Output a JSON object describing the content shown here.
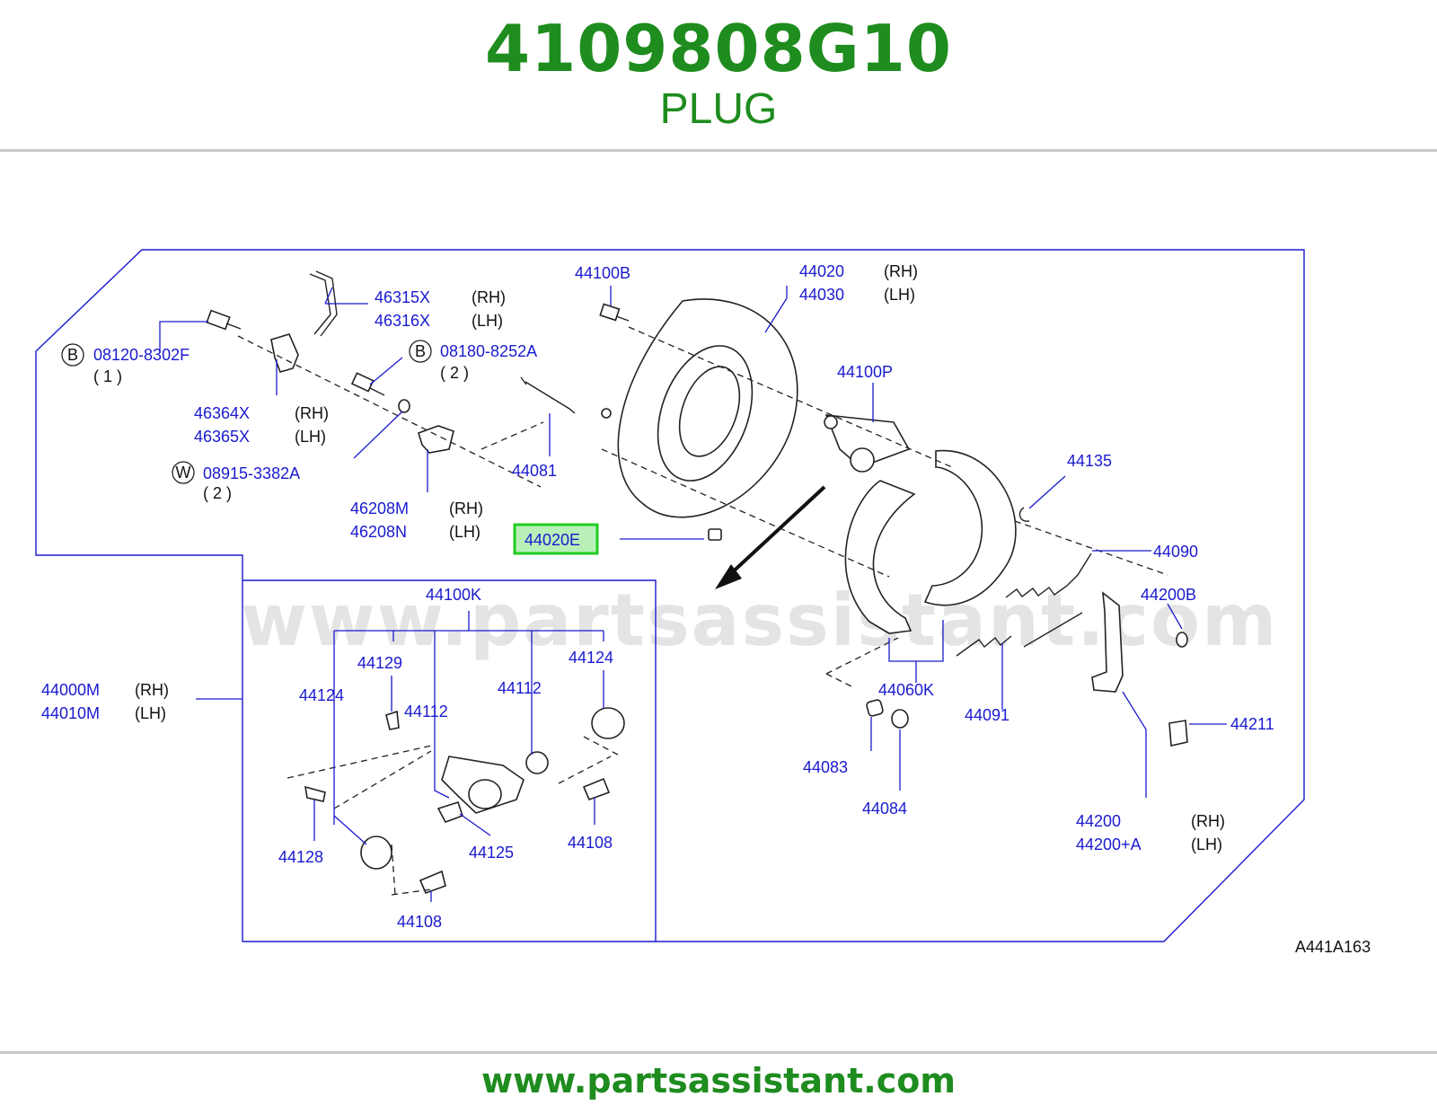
{
  "header": {
    "part_number": "4109808G10",
    "part_name": "PLUG"
  },
  "footer": {
    "url": "www.partsassistant.com"
  },
  "diagram": {
    "watermark": "www.partsassistant.com",
    "code": "A441A163",
    "labels": {
      "p46315X": "46315X",
      "p46316X": "46316X",
      "p08120": "08120-8302F",
      "p08120q": "( 1 )",
      "p08180": "08180-8252A",
      "p08180q": "( 2 )",
      "p46364X": "46364X",
      "p46365X": "46365X",
      "p08915": "08915-3382A",
      "p08915q": "( 2 )",
      "p46208M": "46208M",
      "p46208N": "46208N",
      "p44100B": "44100B",
      "p44020": "44020",
      "p44030": "44030",
      "p44081": "44081",
      "p44020E": "44020E",
      "p44100P": "44100P",
      "p44135": "44135",
      "p44090": "44090",
      "p44200B": "44200B",
      "p44100K": "44100K",
      "p44129": "44129",
      "p44124a": "44124",
      "p44112a": "44112",
      "p44112b": "44112",
      "p44124b": "44124",
      "p44000M": "44000M",
      "p44010M": "44010M",
      "p44128": "44128",
      "p44125": "44125",
      "p44108a": "44108",
      "p44108b": "44108",
      "p44060K": "44060K",
      "p44091": "44091",
      "p44211": "44211",
      "p44083": "44083",
      "p44084": "44084",
      "p44200": "44200",
      "p44200A": "44200+A"
    },
    "markers": {
      "bolt_b": "B",
      "washer_w": "W"
    },
    "sides": {
      "rh": "(RH)",
      "lh": "(LH)"
    },
    "highlight_color": "#22cc22",
    "label_color": "#1a1ad0",
    "brand_color": "#1e8c1e"
  }
}
